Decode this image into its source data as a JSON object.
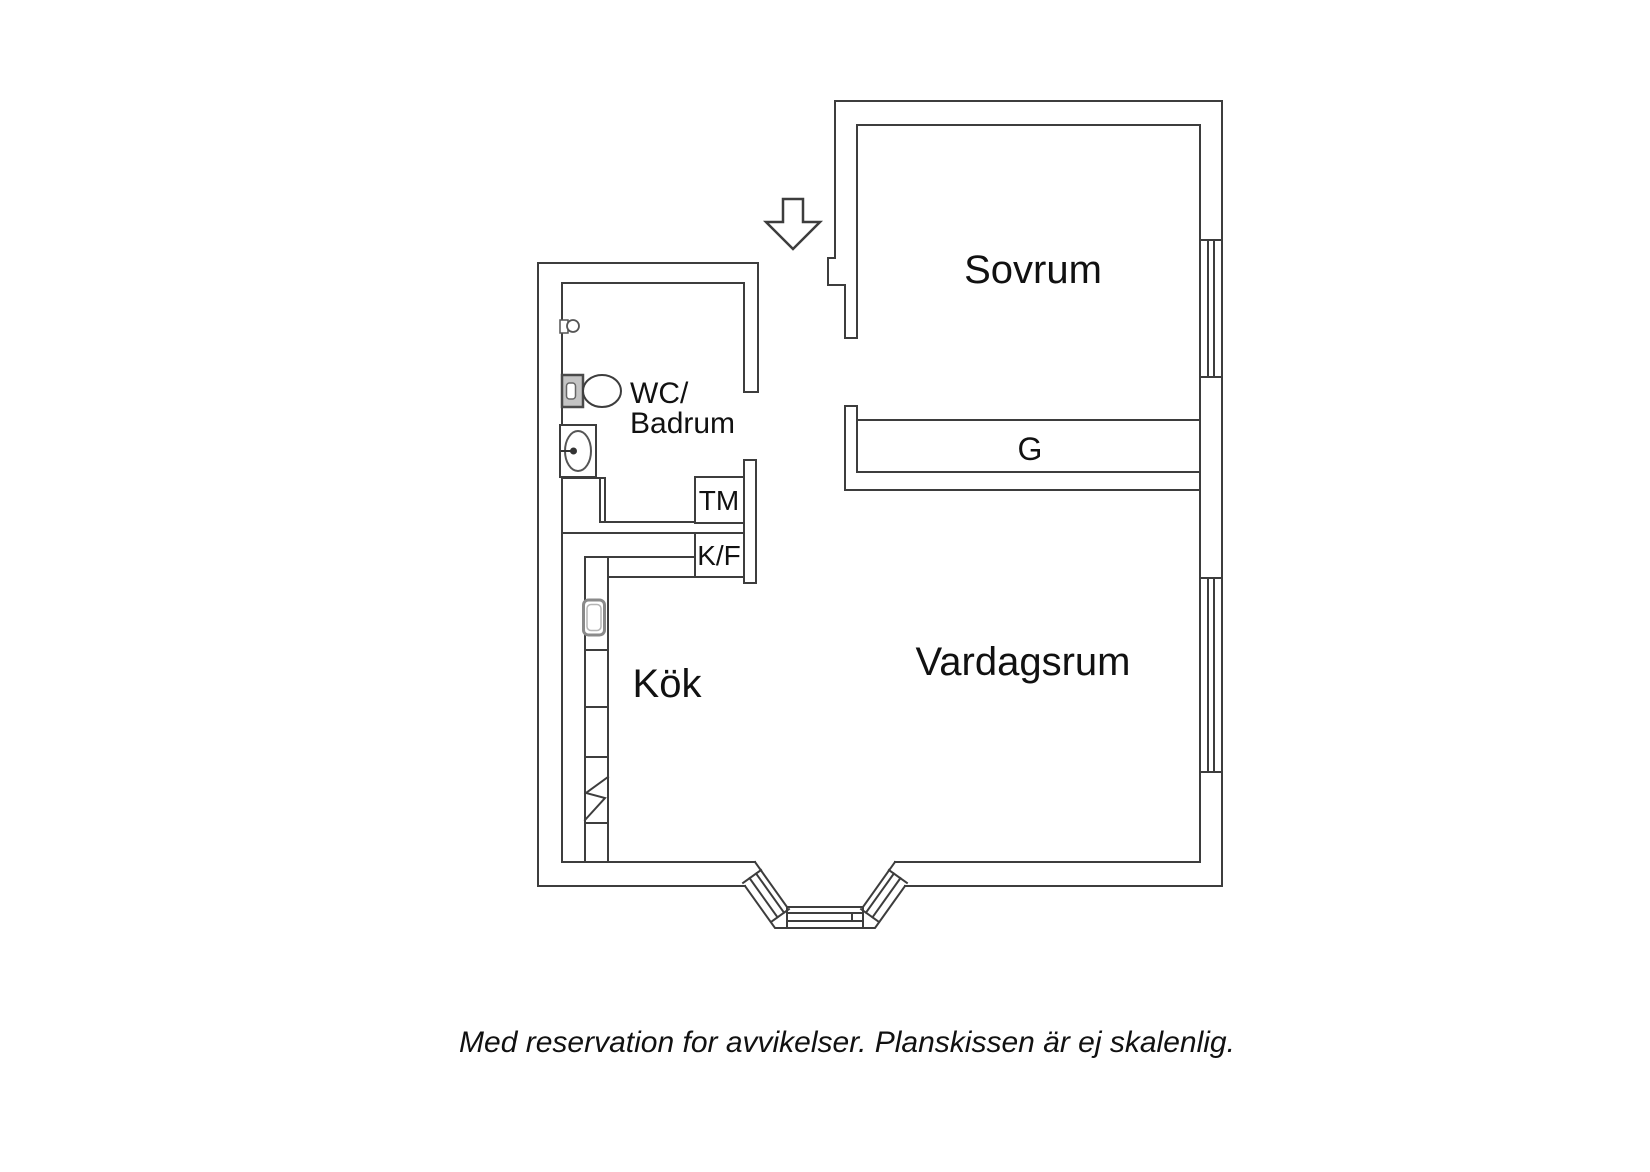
{
  "colors": {
    "background": "#ffffff",
    "line": "#3d3d3d",
    "text": "#111111",
    "fixture_gray": "#8a8a8a"
  },
  "plan": {
    "rooms": {
      "sovrum": "Sovrum",
      "garderob": "G",
      "vardagsrum": "Vardagsrum",
      "kok": "Kök",
      "wc_line1": "WC/",
      "wc_line2": "Badrum"
    },
    "appliances": {
      "tm": "TM",
      "kf": "K/F"
    },
    "icons": {
      "entrance": "entrance-arrow-icon",
      "toilet": "toilet-icon",
      "bathroom_sink": "bathroom-sink-icon",
      "kitchen_sink": "kitchen-sink-icon",
      "stove": "stove-marking-icon",
      "wall_fixture": "wall-fixture-icon",
      "windows": "window-icon"
    }
  },
  "caption": "Med reservation for avvikelser. Planskissen är ej skalenlig."
}
